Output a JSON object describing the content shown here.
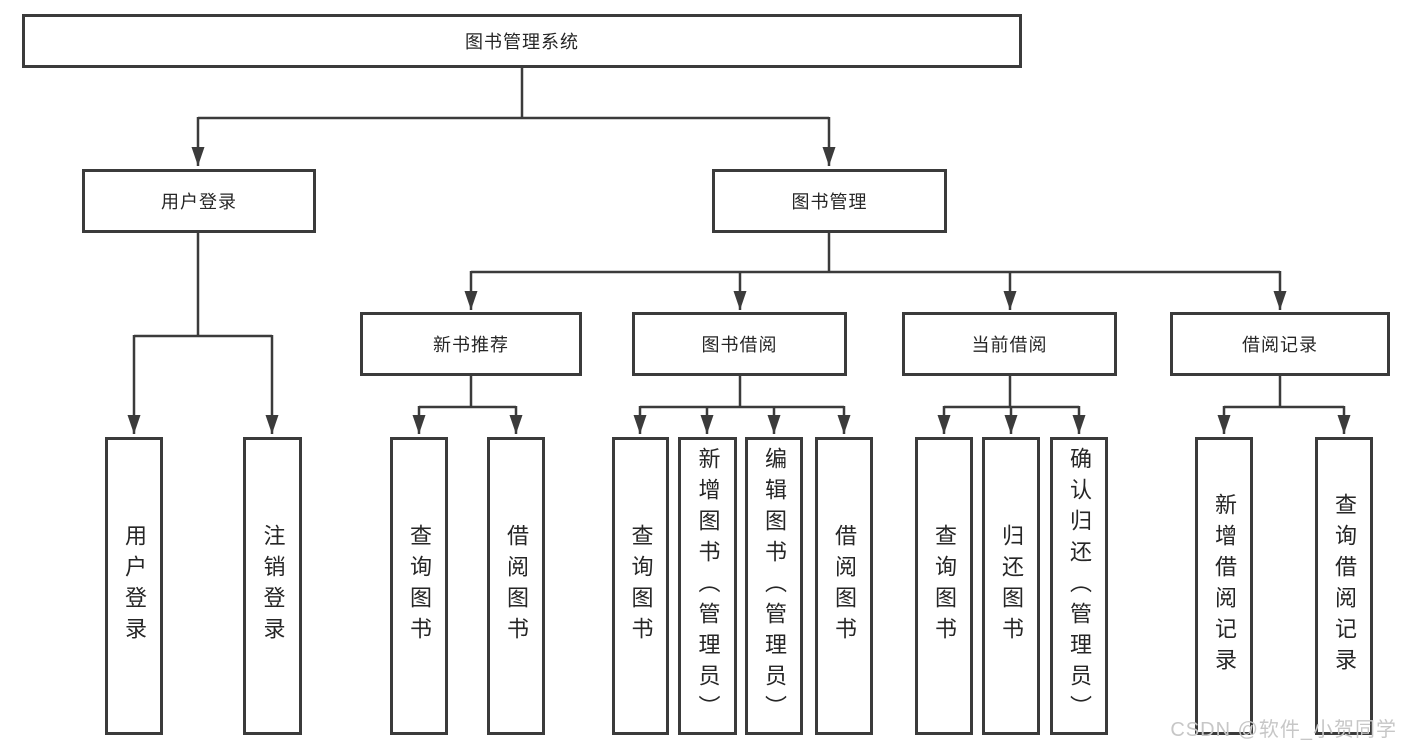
{
  "colors": {
    "line": "#3b3b3b",
    "box_border": "#3b3b3b",
    "box_background": "#ffffff",
    "text": "#262626",
    "watermark": "#c7c7c7"
  },
  "watermark": "CSDN @软件_小贺同学",
  "tree": {
    "root": "图书管理系统",
    "branches": [
      {
        "label": "用户登录",
        "children": [
          {
            "label": "用户登录"
          },
          {
            "label": "注销登录"
          }
        ]
      },
      {
        "label": "图书管理",
        "children": [
          {
            "label": "新书推荐",
            "children": [
              {
                "label": "查询图书"
              },
              {
                "label": "借阅图书"
              }
            ]
          },
          {
            "label": "图书借阅",
            "children": [
              {
                "label": "查询图书"
              },
              {
                "label": "新增图书（管理员）"
              },
              {
                "label": "编辑图书（管理员）"
              },
              {
                "label": "借阅图书"
              }
            ]
          },
          {
            "label": "当前借阅",
            "children": [
              {
                "label": "查询图书"
              },
              {
                "label": "归还图书"
              },
              {
                "label": "确认归还（管理员）"
              }
            ]
          },
          {
            "label": "借阅记录",
            "children": [
              {
                "label": "新增借阅记录"
              },
              {
                "label": "查询借阅记录"
              }
            ]
          }
        ]
      }
    ]
  }
}
